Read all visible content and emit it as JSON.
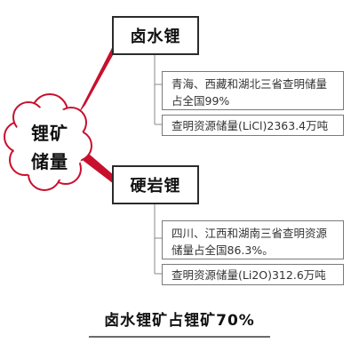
{
  "center": {
    "line1": "锂矿",
    "line2": "储量"
  },
  "branches": [
    {
      "title": "卤水锂",
      "notes": [
        "青海、西藏和湖北三省查明储量占全国99%",
        "查明资源储量(LiCl)2363.4万吨"
      ]
    },
    {
      "title": "硬岩锂",
      "notes": [
        "四川、江西和湖南三省查明资源储量占全国86.3%。",
        "查明资源储量(Li2O)312.6万吨"
      ]
    }
  ],
  "footer": "卤水锂矿占锂矿70%",
  "colors": {
    "connector": "#c8102e",
    "box_border": "#2b2b2b",
    "note_border": "#7a7a7a"
  }
}
